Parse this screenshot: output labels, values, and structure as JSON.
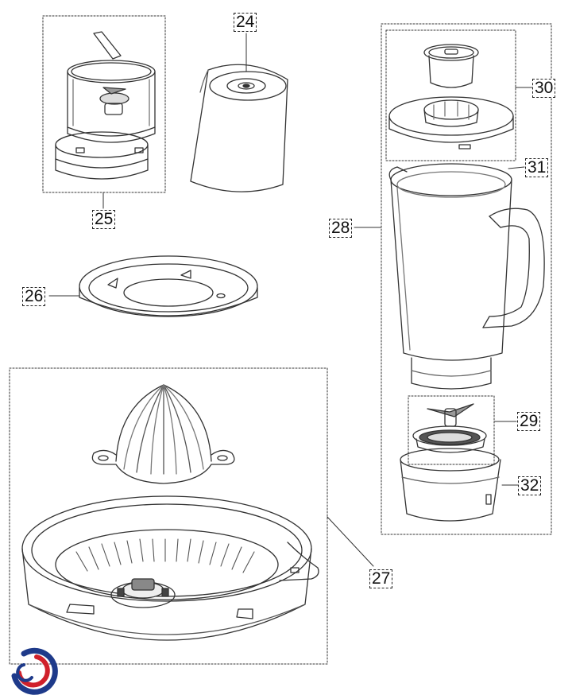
{
  "diagram": {
    "parts": [
      {
        "id": "p24",
        "label": "24"
      },
      {
        "id": "p25",
        "label": "25"
      },
      {
        "id": "p26",
        "label": "26"
      },
      {
        "id": "p27",
        "label": "27"
      },
      {
        "id": "p28",
        "label": "28"
      },
      {
        "id": "p29",
        "label": "29"
      },
      {
        "id": "p30",
        "label": "30"
      },
      {
        "id": "p31",
        "label": "31"
      },
      {
        "id": "p32",
        "label": "32"
      }
    ],
    "logo": {
      "icon": "brand-swirl-logo",
      "colors": [
        "#1e3a8a",
        "#d0202a"
      ]
    },
    "line_color": "#333333"
  }
}
